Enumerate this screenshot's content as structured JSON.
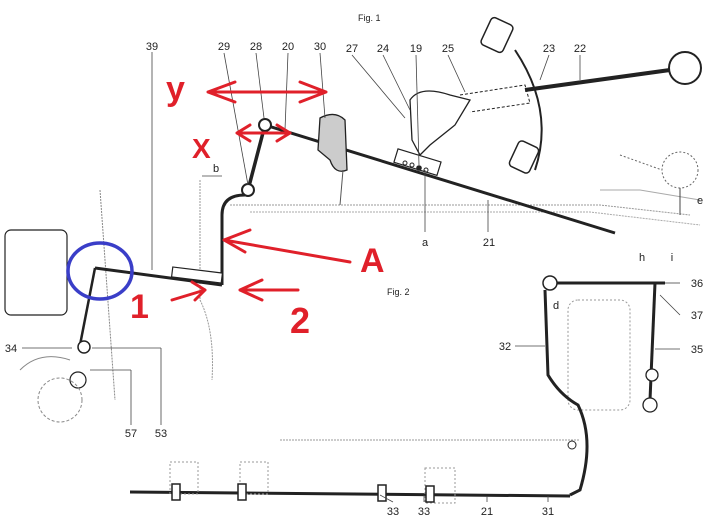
{
  "figures": {
    "fig1": "Fig. 1",
    "fig2": "Fig. 2"
  },
  "labels_fig1": [
    "39",
    "29",
    "28",
    "20",
    "30",
    "27",
    "24",
    "19",
    "25",
    "23",
    "22"
  ],
  "labels_fig1_lower": {
    "a": "a",
    "21": "21",
    "e": "e",
    "b": "b"
  },
  "labels_fig2": {
    "h": "h",
    "i": "i",
    "36": "36",
    "37": "37",
    "35": "35",
    "32": "32",
    "d": "d",
    "34": "34",
    "57": "57",
    "53": "53",
    "33a": "33",
    "33b": "33",
    "21": "21",
    "31": "31"
  },
  "annotations": {
    "y": "y",
    "x": "X",
    "a": "A",
    "one": "1",
    "two": "2"
  },
  "colors": {
    "annotation": "#e0202a",
    "circle": "#3a3ec8",
    "line": "#222222"
  }
}
